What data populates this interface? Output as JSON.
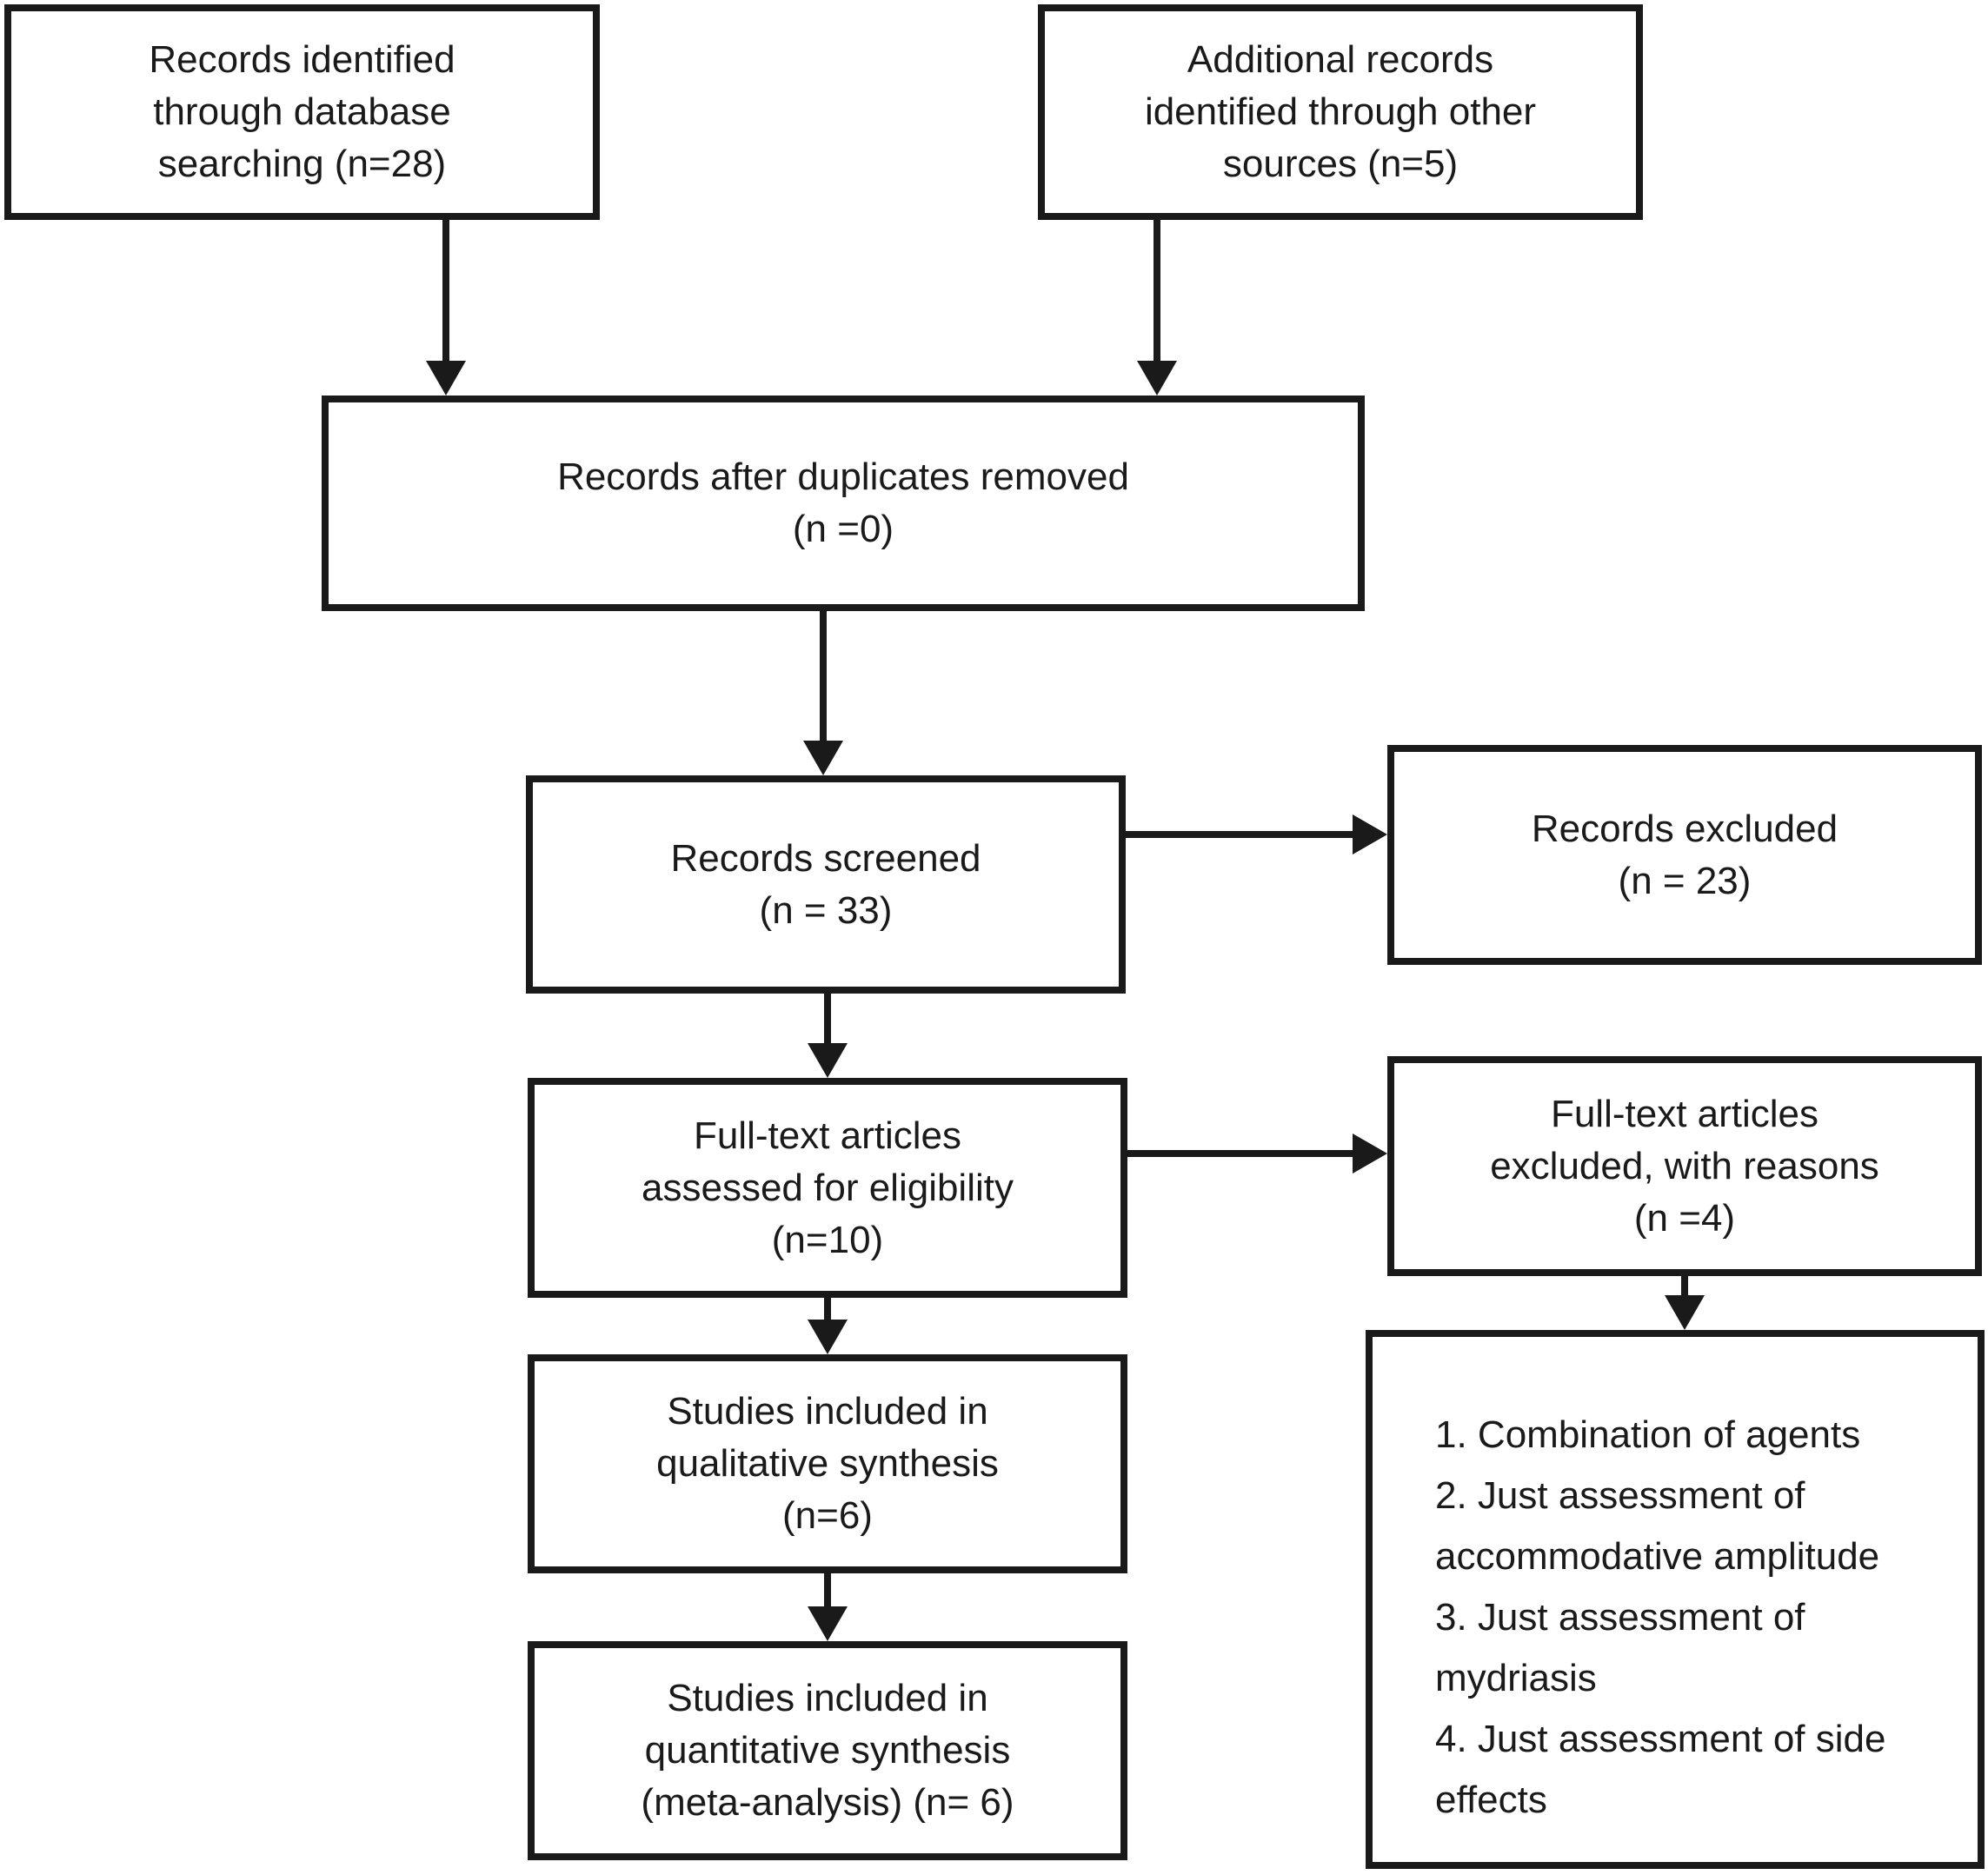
{
  "colors": {
    "stroke": "#1a1a1a",
    "text": "#1a1a1a",
    "background": "#ffffff"
  },
  "boxes": {
    "identified_database": {
      "text": "Records identified\nthrough database\nsearching (n=28)",
      "n": "28"
    },
    "identified_other": {
      "text": "Additional records\nidentified through other\nsources (n=5)",
      "n": "5"
    },
    "after_duplicates": {
      "text": "Records after duplicates removed\n(n =0)",
      "n": "0"
    },
    "screened": {
      "text": "Records screened\n(n = 33)",
      "n": "33"
    },
    "excluded": {
      "text": "Records excluded\n(n = 23)",
      "n": "23"
    },
    "fulltext_assessed": {
      "text": "Full-text articles\nassessed for eligibility\n(n=10)",
      "n": "10"
    },
    "fulltext_excluded": {
      "text": "Full-text articles\nexcluded, with reasons\n(n =4)",
      "n": "4"
    },
    "qualitative": {
      "text": "Studies included in\nqualitative synthesis\n(n=6)",
      "n": "6"
    },
    "quantitative": {
      "text": "Studies included in\nquantitative synthesis\n(meta-analysis) (n= 6)",
      "n": "6"
    },
    "exclusion_reasons": {
      "items": [
        "1. Combination of agents",
        "2. Just assessment of accommodative amplitude",
        "3. Just assessment of mydriasis",
        "4. Just assessment of side effects"
      ]
    }
  }
}
